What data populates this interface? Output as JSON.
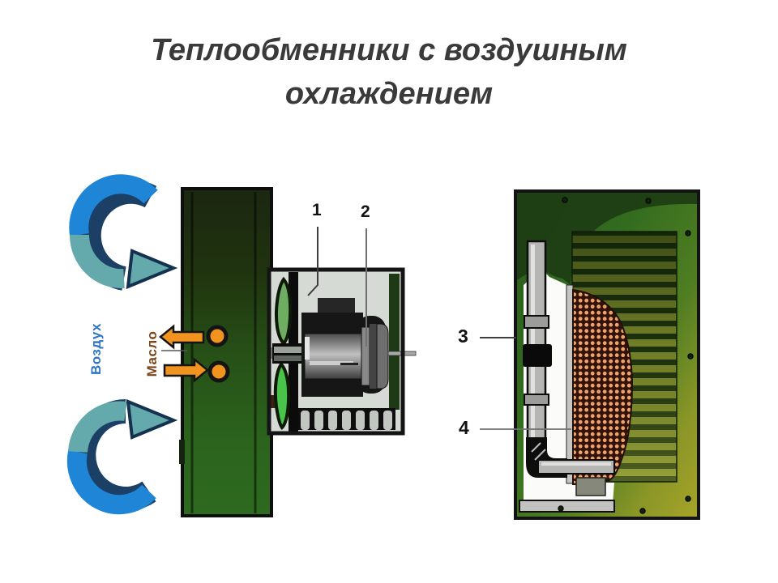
{
  "slide": {
    "title": "Теплообменники с воздушным охлаждением"
  },
  "left_diagram": {
    "air_flow_label": "Воздух",
    "oil_flow_label": "Масло",
    "callout_1": "1",
    "callout_2": "2"
  },
  "right_diagram": {
    "callout_3": "3",
    "callout_4": "4"
  },
  "colors": {
    "title_text": "#3a3a3a",
    "air_arrow_blue": "#1f85d6",
    "air_arrow_teal": "#64a9ab",
    "air_label_blue": "#2e74c4",
    "oil_label_brown": "#7a4518",
    "oil_arrow_orange": "#f0931f",
    "panel_green_dark": "#20330f",
    "panel_green": "#2e6a20",
    "fan_blade_green": "#49c34a",
    "grille_olive": "#84912e",
    "core_dot_orange": "#eea36b",
    "core_background": "#33120a"
  }
}
